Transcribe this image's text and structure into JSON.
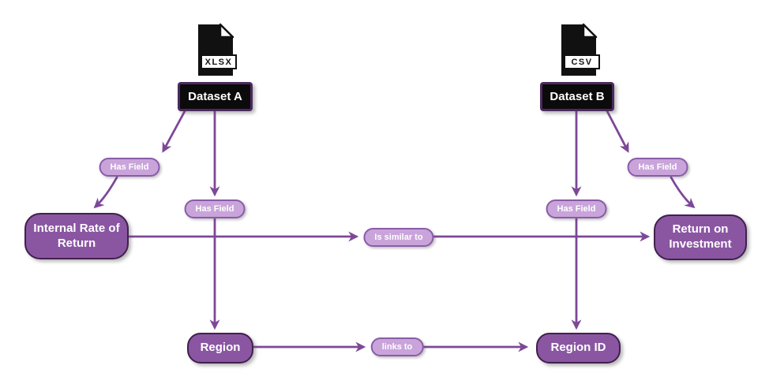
{
  "datasets": {
    "a": {
      "label": "Dataset A",
      "file_type": "XLSX"
    },
    "b": {
      "label": "Dataset B",
      "file_type": "CSV"
    }
  },
  "fields": {
    "irr": "Internal Rate of Return",
    "roi": "Return on Investment",
    "region": "Region",
    "region_id": "Region ID"
  },
  "edge_labels": {
    "a_irr": "Has Field",
    "a_region": "Has Field",
    "b_region_id": "Has Field",
    "b_roi": "Has Field",
    "irr_roi": "Is similar to",
    "region_region_id": "links to"
  },
  "colors": {
    "node_fill": "#8a56a2",
    "node_border": "#41204d",
    "pill_fill": "#c9a4da",
    "pill_border": "#8a5ca8",
    "edge": "#7d4897",
    "dataset_fill": "#0b0b0b",
    "dataset_border": "#4b2a5e",
    "icon": "#111111",
    "text_on_purple": "#ffffff",
    "file_badge_text": "#111111",
    "background": "#ffffff"
  }
}
